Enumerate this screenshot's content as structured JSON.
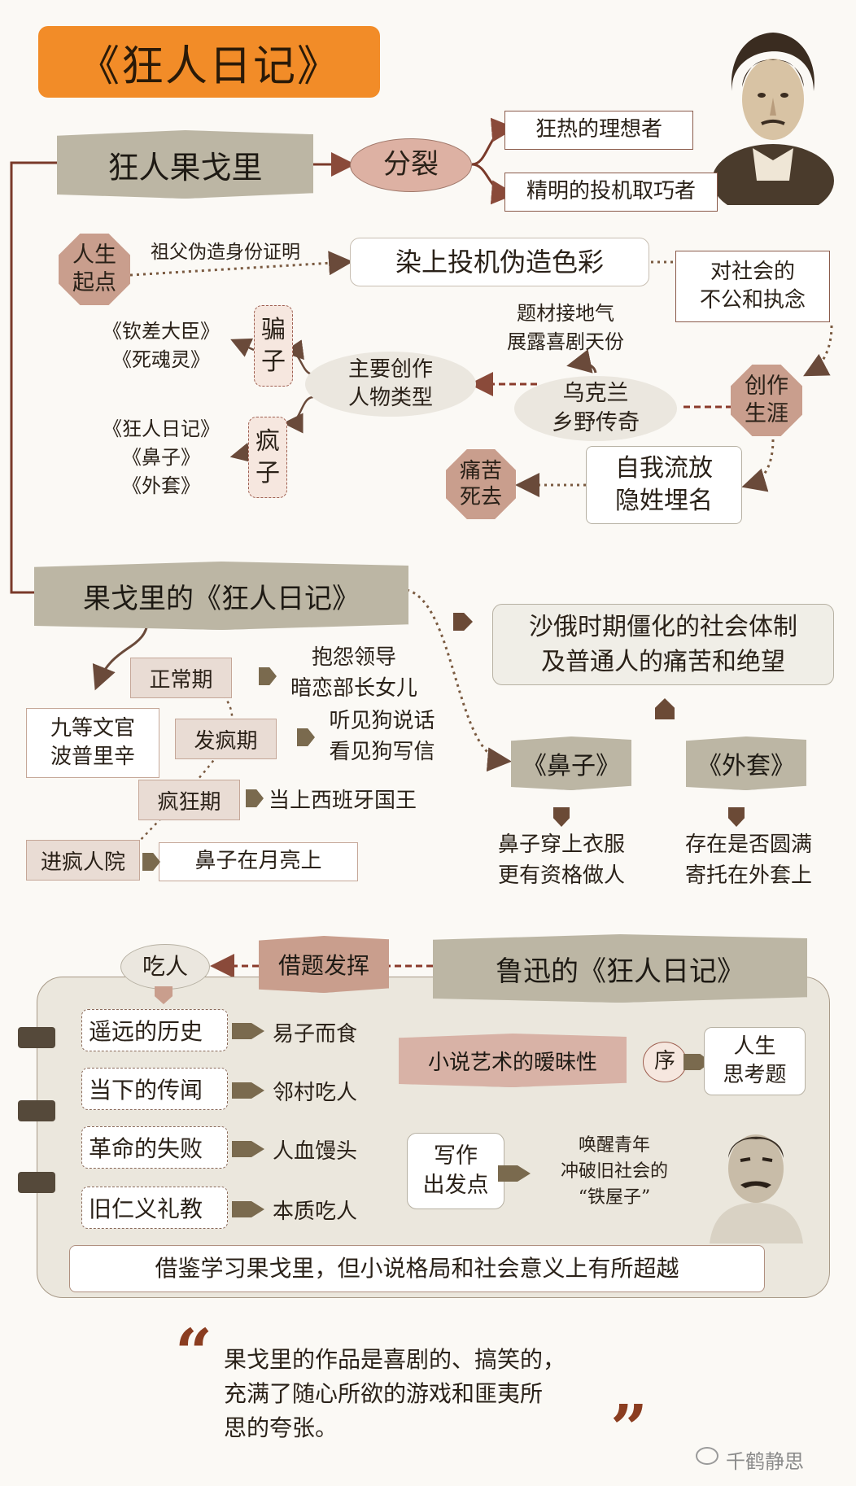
{
  "title": "《狂人日记》",
  "gogol": {
    "banner": "狂人果戈里",
    "split": "分裂",
    "split_a": "狂热的理想者",
    "split_b": "精明的投机取巧者",
    "life_start": "人生\n起点",
    "grandfather": "祖父伪造身份证明",
    "tainted": "染上投机伪造色彩",
    "social": "对社会的\n不公和执念",
    "career": "创作\n生涯",
    "theme_note": "题材接地气\n展露喜剧天份",
    "ukraine": "乌克兰\n乡野传奇",
    "main_types": "主要创作\n人物类型",
    "liar": "骗\n子",
    "liar_works": "《钦差大臣》\n《死魂灵》",
    "madman": "疯\n子",
    "madman_works": "《狂人日记》\n《鼻子》\n《外套》",
    "exile": "自我流放\n隐姓埋名",
    "death": "痛苦\n死去"
  },
  "gogol_diary": {
    "banner": "果戈里的《狂人日记》",
    "official": "九等文官\n波普里辛",
    "normal": "正常期",
    "normal_desc": "抱怨领导\n暗恋部长女儿",
    "crazy": "发疯期",
    "crazy_desc": "听见狗说话\n看见狗写信",
    "mania": "疯狂期",
    "mania_desc": "当上西班牙国王",
    "asylum": "进疯人院",
    "asylum_desc": "鼻子在月亮上",
    "theme": "沙俄时期僵化的社会体制\n及普通人的痛苦和绝望",
    "nose": "《鼻子》",
    "nose_desc": "鼻子穿上衣服\n更有资格做人",
    "overcoat": "《外套》",
    "overcoat_desc": "存在是否圆满\n寄托在外套上"
  },
  "luxun": {
    "banner": "鲁迅的《狂人日记》",
    "metaphor": "借题发挥",
    "eat": "吃人",
    "rows": [
      {
        "left": "遥远的历史",
        "right": "易子而食"
      },
      {
        "left": "当下的传闻",
        "right": "邻村吃人"
      },
      {
        "left": "革命的失败",
        "right": "人血馒头"
      },
      {
        "left": "旧仁义礼教",
        "right": "本质吃人"
      }
    ],
    "ambiguity": "小说艺术的暧昧性",
    "preface": "序",
    "life_q": "人生\n思考题",
    "purpose": "写作\n出发点",
    "purpose_desc": "唤醒青年\n冲破旧社会的\n“铁屋子”",
    "summary": "借鉴学习果戈里，但小说格局和社会意义上有所超越"
  },
  "quote": {
    "open": "“",
    "text": "果戈里的作品是喜剧的、搞笑的，\n充满了随心所欲的游戏和匪夷所\n思的夸张。",
    "close": "”"
  },
  "watermark": "千鹤静思"
}
